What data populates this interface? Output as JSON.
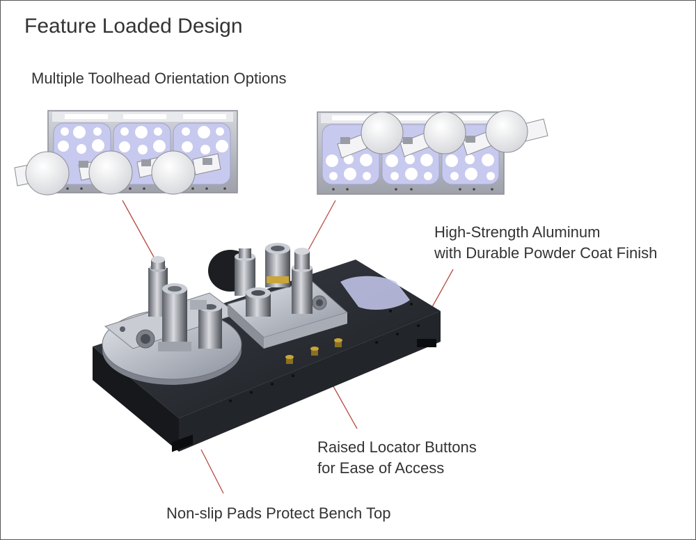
{
  "title": "Feature Loaded Design",
  "subtitle": "Multiple Toolhead Orientation Options",
  "callouts": {
    "aluminum": {
      "line1": "High-Strength Aluminum",
      "line2": "with Durable Powder Coat Finish"
    },
    "locator": {
      "line1": "Raised Locator Buttons",
      "line2": "for Ease of Access"
    },
    "pads": {
      "line1": "Non-slip Pads Protect Bench Top"
    }
  },
  "colors": {
    "leader_line": "#b5493f",
    "plate_lavender": "#c7c9ee",
    "plate_frame": "#b9bbc4",
    "base_black": "#2a2d33",
    "die_steel": "#8a8e96",
    "brass": "#c9a53a",
    "text": "#333333"
  }
}
